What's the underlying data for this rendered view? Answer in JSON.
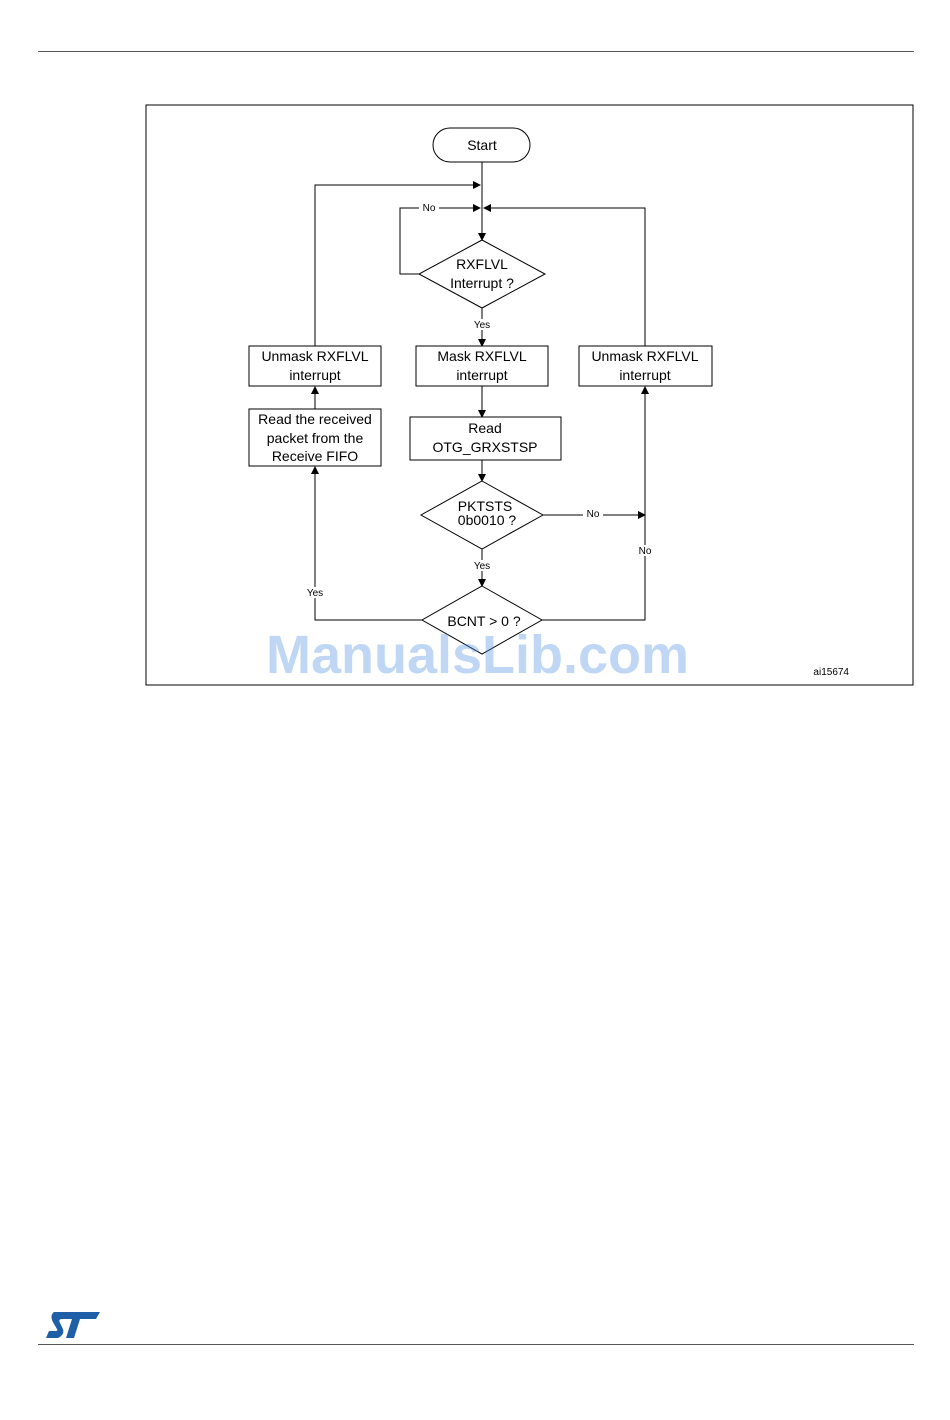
{
  "diagram": {
    "start": "Start",
    "rxflvl_decision": [
      "RXFLVL",
      "Interrupt ?"
    ],
    "mask_box": [
      "Mask RXFLVL",
      "interrupt"
    ],
    "read_status_box": [
      "Read",
      "OTG_GRXSTSP"
    ],
    "pktsts_decision": [
      "PKTSTS",
      "0b0010 ?"
    ],
    "bcnt_decision": "BCNT > 0 ?",
    "read_fifo_box": [
      "Read the received",
      "packet from the",
      "Receive FIFO"
    ],
    "unmask_left_box": [
      "Unmask RXFLVL",
      "interrupt"
    ],
    "unmask_right_box": [
      "Unmask RXFLVL",
      "interrupt"
    ],
    "labels": {
      "no_loop": "No",
      "yes_rxflvl": "Yes",
      "no_pktsts": "No",
      "yes_pktsts": "Yes",
      "yes_bcnt": "Yes",
      "no_bcnt": "No"
    },
    "figure_ref": "ai15674"
  },
  "watermark": "ManualsLib.com",
  "logo": {
    "name": "st-logo",
    "color": "#1f5fa8"
  }
}
